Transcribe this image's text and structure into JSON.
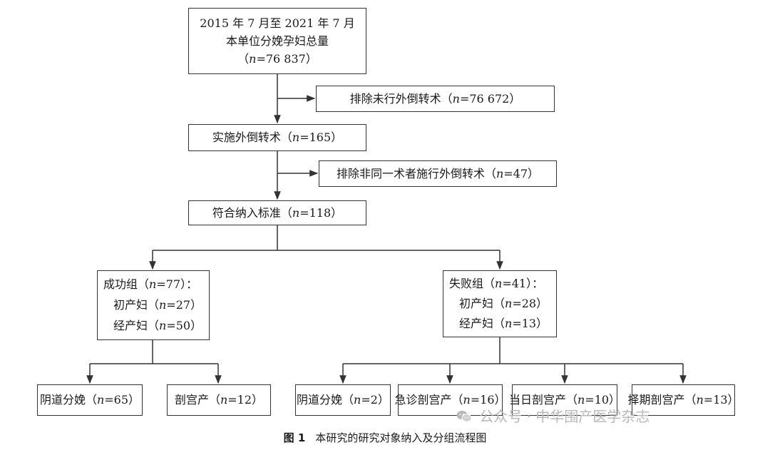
{
  "boxes": {
    "total": [
      "2015 年 7 月至 2021 年 7 月",
      "本单位分娩孕妇总量",
      "（n=76 837）"
    ],
    "exclude1": "排除未行外倒转术（n=76 672）",
    "ecv": "实施外倒转术（n=165）",
    "exclude2": "排除非同一术者施行外倒转术（n=47）",
    "included": "符合纳入标准（n=118）",
    "success": [
      "成功组（n=77）：",
      "初产妇（n=27）",
      "经产妇（n=50）"
    ],
    "failure": [
      "失败组（n=41）：",
      "初产妇（n=28）",
      "经产妇（n=13）"
    ],
    "s_vaginal": "阴道分娩（n=65）",
    "s_cesarean": "剖宫产（n=12）",
    "f_vaginal": "阴道分娩（n=2）",
    "f_emergency": "急诊剖宫产（n=16）",
    "f_sameday": "当日剖宫产（n=10）",
    "f_elective": "择期剖宫产（n=13）"
  },
  "caption": {
    "label": "图 1",
    "text": "本研究的研究对象纳入及分组流程图"
  },
  "watermark": {
    "icon": "wechat-icon",
    "text": "公众号 · 中华围产医学杂志"
  },
  "colors": {
    "line": "#333333",
    "watermark": "#b8b8b8"
  }
}
